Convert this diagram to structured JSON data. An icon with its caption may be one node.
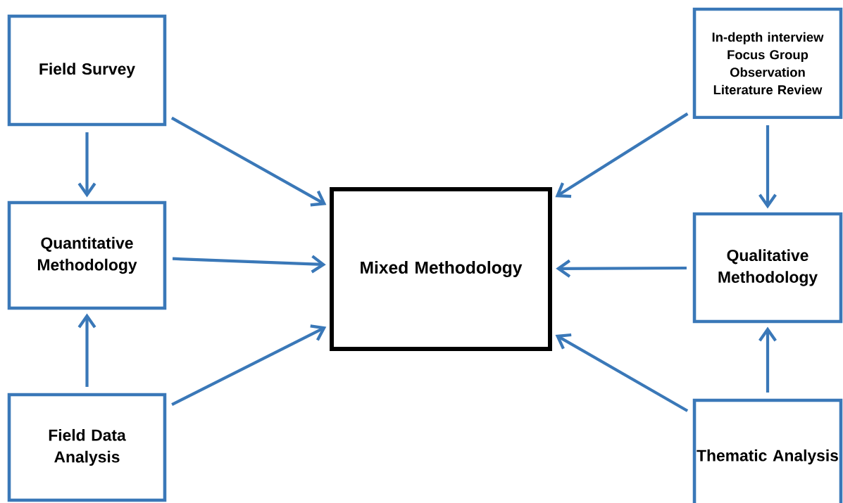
{
  "diagram": {
    "nodes": [
      {
        "text": [
          "Field Survey"
        ]
      },
      {
        "text": [
          "Quantitative Methodology"
        ]
      },
      {
        "text": [
          "Field Data Analysis"
        ]
      },
      {
        "text": [
          "Mixed Methodology"
        ]
      },
      {
        "text": [
          "In-depth interview",
          "Focus Group",
          "Observation",
          "Literature Review"
        ]
      },
      {
        "text": [
          "Qualitative Methodology"
        ]
      },
      {
        "text": [
          "Thematic Analysis"
        ]
      }
    ],
    "edges": [
      {
        "from": 0,
        "to": 1,
        "arrow": "to"
      },
      {
        "from": 0,
        "to": 3,
        "arrow": "to"
      },
      {
        "from": 1,
        "to": 3,
        "arrow": "to"
      },
      {
        "from": 2,
        "to": 1,
        "arrow": "to"
      },
      {
        "from": 2,
        "to": 3,
        "arrow": "to"
      },
      {
        "from": 4,
        "to": 3,
        "arrow": "to"
      },
      {
        "from": 4,
        "to": 5,
        "arrow": "to"
      },
      {
        "from": 5,
        "to": 3,
        "arrow": "to"
      },
      {
        "from": 6,
        "to": 5,
        "arrow": "to"
      },
      {
        "from": 6,
        "to": 3,
        "arrow": "to"
      }
    ]
  }
}
